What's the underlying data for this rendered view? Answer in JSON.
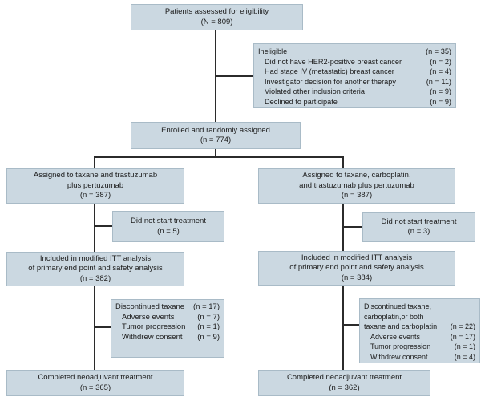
{
  "theme": {
    "box_fill": "#cbd8e1",
    "box_border": "#a9bbc7",
    "line_color": "#2b2b2b",
    "text_color": "#1c1c1c",
    "background": "#ffffff"
  },
  "boxes": {
    "eligibility": {
      "line1": "Patients assessed for eligibility",
      "line2": "(N = 809)"
    },
    "ineligible": {
      "rows": [
        {
          "label": "Ineligible",
          "count": "(n = 35)"
        },
        {
          "label": "Did not have HER2-positive breast cancer",
          "count": "(n = 2)"
        },
        {
          "label": "Had stage IV (metastatic) breast cancer",
          "count": "(n = 4)"
        },
        {
          "label": "Investigator decision for another therapy",
          "count": "(n = 11)"
        },
        {
          "label": "Violated other inclusion criteria",
          "count": "(n = 9)"
        },
        {
          "label": "Declined to participate",
          "count": "(n = 9)"
        }
      ]
    },
    "enrolled": {
      "line1": "Enrolled and randomly assigned",
      "line2": "(n = 774)"
    },
    "assigned_left": {
      "line1": "Assigned to taxane and trastuzumab",
      "line2": "plus pertuzumab",
      "line3": "(n = 387)"
    },
    "assigned_right": {
      "line1": "Assigned to taxane, carboplatin,",
      "line2": "and trastuzumab plus pertuzumab",
      "line3": "(n = 387)"
    },
    "not_started_left": {
      "line1": "Did not start treatment",
      "line2": "(n = 5)"
    },
    "not_started_right": {
      "line1": "Did not start treatment",
      "line2": "(n = 3)"
    },
    "itt_left": {
      "line1": "Included in modified ITT analysis",
      "line2": "of primary end point and safety analysis",
      "line3": "(n = 382)"
    },
    "itt_right": {
      "line1": "Included in modified ITT analysis",
      "line2": "of primary end point and safety analysis",
      "line3": "(n = 384)"
    },
    "discontinued_left": {
      "rows": [
        {
          "label": "Discontinued taxane",
          "count": "(n = 17)"
        },
        {
          "label": "Adverse events",
          "count": "(n = 7)"
        },
        {
          "label": "Tumor progression",
          "count": "(n = 1)"
        },
        {
          "label": "Withdrew consent",
          "count": "(n = 9)"
        }
      ]
    },
    "discontinued_right": {
      "rows": [
        {
          "label": "Discontinued taxane,",
          "count": ""
        },
        {
          "label": "carboplatin,or both",
          "count": ""
        },
        {
          "label": "taxane and carboplatin",
          "count": "(n = 22)"
        },
        {
          "label": "Adverse events",
          "count": "(n = 17)"
        },
        {
          "label": "Tumor progression",
          "count": "(n = 1)"
        },
        {
          "label": "Withdrew consent",
          "count": "(n = 4)"
        }
      ]
    },
    "completed_left": {
      "line1": "Completed neoadjuvant treatment",
      "line2": "(n = 365)"
    },
    "completed_right": {
      "line1": "Completed neoadjuvant treatment",
      "line2": "(n = 362)"
    }
  }
}
